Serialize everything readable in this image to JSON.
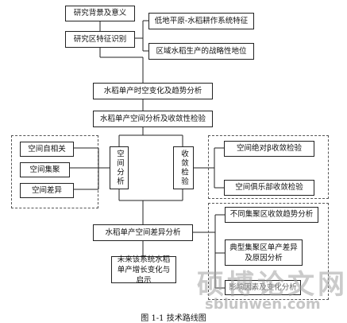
{
  "boxes": {
    "research_background": "研究背景及意义",
    "study_area_features": "研究区特征识别",
    "lowland_plain": "低地平原-水稻耕作系统特征",
    "regional_status": "区域水稻生产的战略性地位",
    "spatiotemporal_trend": "水稻单产时空变化及趋势分析",
    "spatial_convergence": "水稻单产空间分析及收敛性检验",
    "spatial_autocorrelation": "空间自相关",
    "spatial_clustering": "空间集聚",
    "spatial_difference": "空间差异",
    "spatial_analysis": "空间分析",
    "convergence_test": "收敛检验",
    "absolute_beta": "空间绝对β收敛检验",
    "club_convergence": "空间俱乐部收敛检验",
    "difference_analysis": "水稻单产空间差异分析",
    "future_change": "未来该系统水稻单产增长变化与启示",
    "cluster_trend": "不同集聚区收敛趋势分析",
    "typical_cluster": "典型集聚区单产差异及原因分析",
    "shared_cause": "影响因素及变化分析"
  },
  "watermark": {
    "chinese": "硕博论文网",
    "url": "sblunwen.com"
  },
  "caption": "图 1-1  技术路线图"
}
